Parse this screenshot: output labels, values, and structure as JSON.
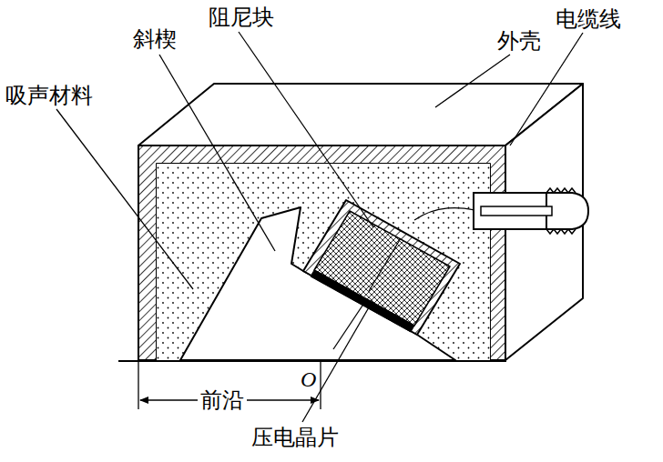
{
  "diagram": {
    "labels": [
      "阻尼块",
      "斜楔",
      "外壳",
      "电缆线",
      "吸声材料",
      "前沿",
      "O",
      "压电晶片"
    ]
  }
}
